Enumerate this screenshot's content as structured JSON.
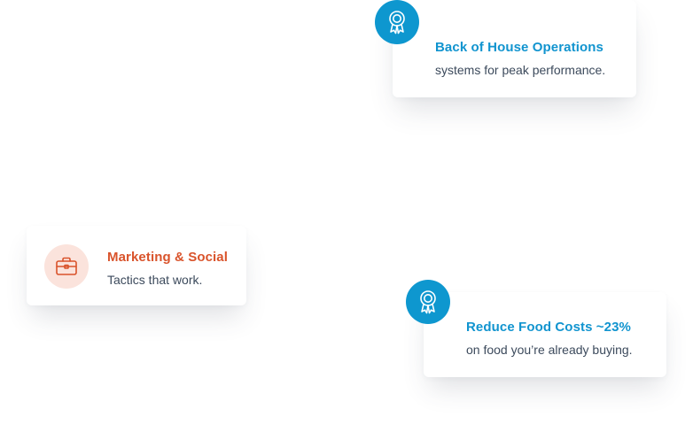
{
  "colors": {
    "blue_accent": "#1194cf",
    "badge_blue": "#0e97cf",
    "orange_accent": "#d9532b",
    "badge_peach": "#fbe3dc",
    "body_text": "#3c4a5c"
  },
  "cards": {
    "back_of_house": {
      "icon": "award-ribbon-icon",
      "title": "Back of House Operations",
      "subtitle": "systems for peak performance."
    },
    "marketing": {
      "icon": "briefcase-icon",
      "title": "Marketing & Social",
      "subtitle": "Tactics that work."
    },
    "food_costs": {
      "icon": "award-ribbon-icon",
      "title": "Reduce Food Costs ~23%",
      "subtitle": "on food you’re already buying."
    }
  }
}
